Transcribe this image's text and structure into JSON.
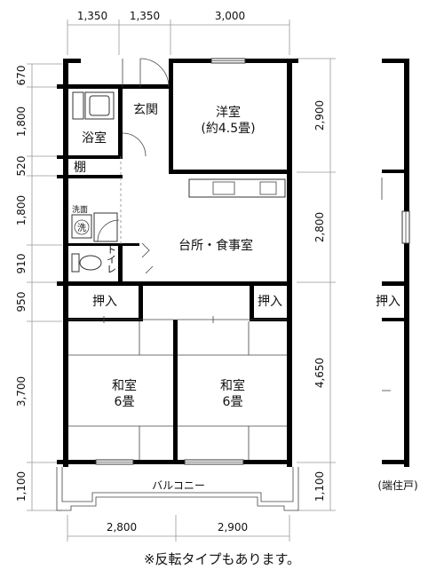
{
  "dimensions": {
    "top": [
      "1,350",
      "1,350",
      "3,000"
    ],
    "left": [
      "670",
      "1,800",
      "520",
      "1,800",
      "910",
      "950",
      "3,700",
      "1,100"
    ],
    "right": [
      "2,900",
      "2,800",
      "4,650",
      "1,100"
    ],
    "bottom": [
      "2,800",
      "2,900"
    ]
  },
  "rooms": {
    "yoshitsu": "洋室",
    "yoshitsu_size": "(約4.5畳)",
    "genkan": "玄関",
    "yokushitsu": "浴室",
    "tana": "棚",
    "senmen": "洗面",
    "sentakuki_symbol": "洗",
    "toilet": "トイレ",
    "kitchen": "台所・食事室",
    "oshiire_left": "押入",
    "oshiire_right": "押入",
    "washitsu_left": "和室",
    "washitsu_left_size": "6畳",
    "washitsu_right": "和室",
    "washitsu_right_size": "6畳",
    "balcony": "バルコニー",
    "end_unit_oshiire": "押入",
    "end_unit_label": "(端住戸)"
  },
  "footnote": "※反転タイプもあります。"
}
